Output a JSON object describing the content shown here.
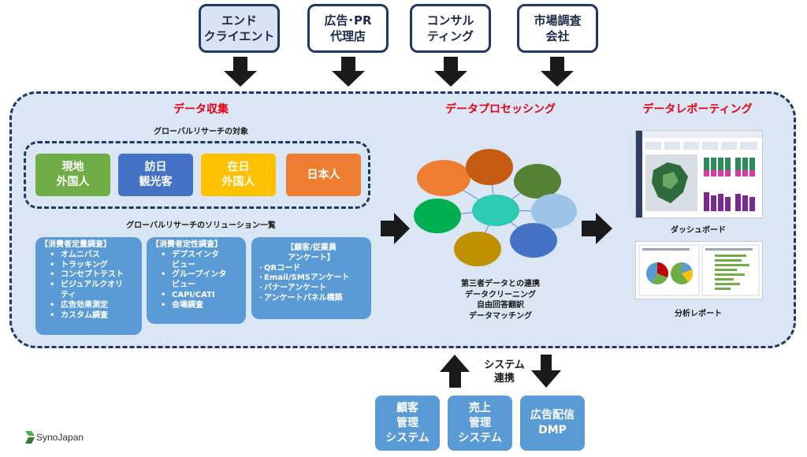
{
  "clients": [
    {
      "label": "エンド\nクライエント",
      "fill": "#dae3f3"
    },
    {
      "label": "広告･PR\n代理店",
      "fill": "#ffffff"
    },
    {
      "label": "コンサル\nティング",
      "fill": "#ffffff"
    },
    {
      "label": "市場調査\n会社",
      "fill": "#ffffff"
    }
  ],
  "collection": {
    "title": "データ収集",
    "targets_title": "グローバルリサーチの対象",
    "targets": [
      {
        "label": "現地\n外国人",
        "color": "#70ad47"
      },
      {
        "label": "訪日\n観光客",
        "color": "#4472c4"
      },
      {
        "label": "在日\n外国人",
        "color": "#ffc000"
      },
      {
        "label": "日本人",
        "color": "#ed7d31"
      }
    ],
    "solutions_title": "グローバルリサーチのソリューション一覧",
    "solutions": [
      {
        "title": "【消費者定量調査】",
        "items": [
          "オムニバス",
          "トラッキング",
          "コンセプトテスト",
          "ビジュアルクオリ\nティ",
          "広告効果測定",
          "カスタム調査"
        ]
      },
      {
        "title": "【消費者定性調査】",
        "items": [
          "デプスインタ\nビュー",
          "グループインタ\nビュー",
          "CAPI/CATI",
          "会場調査"
        ]
      },
      {
        "title": "【顧客/従業員\nアンケート】",
        "items": [
          "QRコード",
          "Email/SMSアンケート",
          "バナーアンケート",
          "アンケートパネル構築"
        ]
      }
    ]
  },
  "processing": {
    "title": "データプロセッシング",
    "items": [
      "第三者データとの連携",
      "データクリーニング",
      "自由回答翻訳",
      "データマッチング"
    ]
  },
  "reporting": {
    "title": "データレポーティング",
    "dashboard_label": "ダッシュボード",
    "report_label": "分析レポート"
  },
  "system": {
    "label": "システム\n連携",
    "boxes": [
      "顧客\n管理\nシステム",
      "売上\n管理\nシステム",
      "広告配信\nDMP"
    ]
  },
  "logo": {
    "text": "SynoJapan"
  },
  "colors": {
    "navy": "#1f3864",
    "panel": "#dae6f4",
    "accent_red": "#e60012",
    "box_blue": "#5b9bd5",
    "bubbles": [
      "#ed7d31",
      "#c55a11",
      "#548235",
      "#00b050",
      "#2ecbb4",
      "#9dc3e6",
      "#4472c4",
      "#bf9000"
    ]
  },
  "icons": {
    "arrows": "block-arrow-icon",
    "logo": "leaf-logo-icon"
  }
}
